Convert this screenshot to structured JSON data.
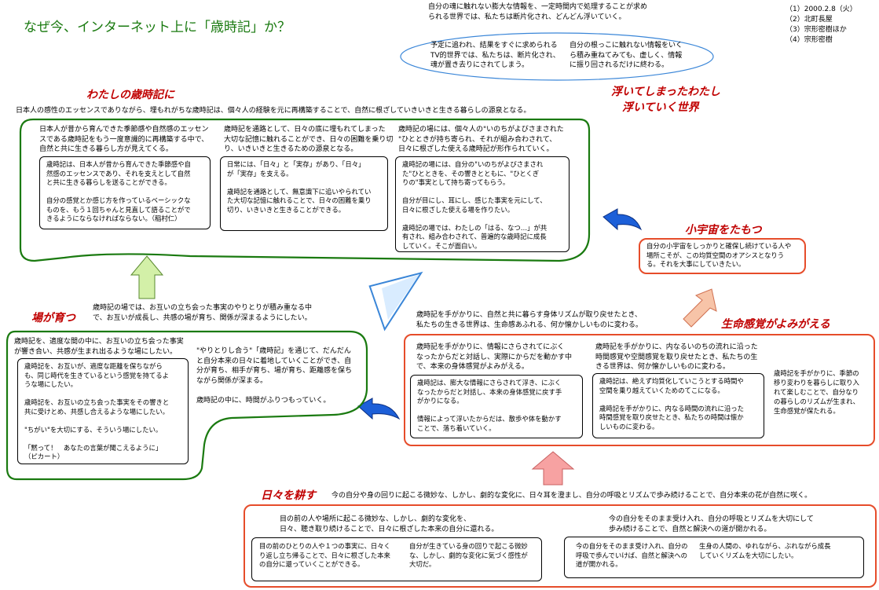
{
  "title": "なぜ今、インターネット上に「歳時記」か？",
  "meta": {
    "date": "（1）2000.2.8（火）",
    "authors": [
      "（2）北町長屋",
      "（3）宗形密樹ほか",
      "（4）宗形密樹"
    ]
  },
  "top": {
    "intro": "自分の魂に触れない膨大な情報を、一定時間内で処理することが求め\nられる世界では、私たちは断片化され、どんどん浮いていく。",
    "ellipse_left": "予定に追われ、結果をすぐに求められる\nTV的世界では、私たちは、断片化され、\n魂が置き去りにされてしまう。",
    "ellipse_right": "自分の根っこに触れない情報をいく\nら積み重ねてみても、虚しく、情報\nに振り回されるだけに終わる。"
  },
  "headings": {
    "watashi": "わたしの歳時記に",
    "uite": "浮いてしまったわたし\n　浮いていく世界",
    "shouchu": "小宇宙をたもつ",
    "bagasodatsu": "場が育つ",
    "seimei": "生命感覚がよみがえる",
    "hibi": "日々を耕す"
  },
  "watashi_section": {
    "summary": "日本人の感性のエッセンスでありながら、埋もれがちな歳時記は、個々人の経験を元に再構築することで、自然に根ざしていきいきと生きる暮らしの源泉となる。",
    "col1_head": "日本人が昔から育んできた季節感や自然感のエッセン\nスである歳時記をもう一度意識的に再構築する中で、\n自然と共に生きる暮らし方が見えてくる。",
    "col1_box": "歳時記は、日本人が昔から育んできた季節感や自\n然感のエッセンスであり、それを支えとして自然\nと共に生きる暮らしを送ることができる。\n\n自分の感覚とか感じ方を作っているベーシックな\nものを、もう１回ちゃんと見直して語ることがで\nきるようにならなければならない。（稲村仁）",
    "col2_head": "歳時記を通路として、日々の底に埋もれてしまった\n大切な記憶に触れることができ、日々の困難を乗り切\nり、いきいきと生きるための源泉となる。",
    "col2_box": "日常には、「日々」と「実存」があり、「日々」\nが「実存」を支える。\n\n歳時記を通路として、無意識下に追いやられてい\nた大切な記憶に触れることで、日々の困難を乗り\n切り、いきいきと生きることができる。",
    "col3_head": "歳時記の場には、個々人の\"いのちがよびさまされた\n\"ひとときが持ち寄られ、それが組み合わされて、\n日々に根ざした使える歳時記が形作られていく。",
    "col3_box": "歳時記の場には、自分の\"いのちがよびさまされ\nた\"ひとときを、その響きとともに、\"ひとくぎ\nりの\"事実として持ち寄ってもらう。\n\n自分が目にし、耳にし、感じた事実を元にして、\n日々に根ざした使える場を作りたい。\n\n歳時記の場では、わたしの「はる、なつ…」が共\n有され、組み合わされて、普遍的な歳時記に成長\nしていく。そこが面白い。"
  },
  "shouchu_box": "自分の小宇宙をしっかりと確保し続けている人や\n場所こそが、この均質空間のオアシスとなりう\nる。それを大事にしていきたい。",
  "ba_section": {
    "summary": "歳時記の場では、お互いの立ち会った事実のやりとりが積み重なる中\nで、お互いが成長し、共感の場が育ち、関係が深まるようにしたい。",
    "head": "歳時記を、適度な間の中に、お互いの立ち会った事実\nが響き合い、共感が生まれ出るような場にしたい。",
    "box": "歳時記を、お互いが、適度な距離を保ちながら\nも、同じ時代を生きているという感覚を持てるよ\nうな場にしたい。\n\n歳時記を、お互いの立ち会った事実をその響きと\n共に受けとめ、共感し合えるような場にしたい。\n\n\"ちがい\"を大切にする、そういう場にしたい。\n\n「黙って！　あなたの言葉が聞こえるように」\n（ピカート）",
    "right": "\"やりとりし合う\"「歳時記」を通じて、だんだん\nと自分本来の日々に着地していくことができ、自\n分が育ち、相手が育ち、場が育ち、距離感を保ち\nながら関係が深まる。\n\n歳時記の中に、時間がふりつもっていく。"
  },
  "seimei_section": {
    "summary": "歳時記を手がかりに、自然と共に暮らす身体リズムが取り戻せたとき、\n私たちの生きる世界は、生命感あふれる、何か懐かしいものに変わる。",
    "col1_head": "歳時記を手がかりに、情報にさらされてにぶく\nなったからだと対話し、実際にからだを動かす中\nで、本来の身体感覚がよみがえる。",
    "col1_box": "歳時記は、膨大な情報にさらされて浮き、にぶく\nなったからだと対話し、本来の身体感覚に戻す手\nがかりになる。\n\n情報によって浮いたからだは、散歩や体を動かす\nことで、落ち着いていく。",
    "col2_head": "歳時記を手がかりに、内なるいのちの流れに沿った\n時間感覚や空間感覚を取り戻せたとき、私たちの生\nきる世界は、何か懐かしいものに変わる。",
    "col2_box": "歳時記は、絶えず均質化していこうとする時間や\n空間を乗り越えていくためのてこになる。\n\n歳時記を手がかりに、内なる時間の流れに沿った\n時間感覚を取り戻せたとき、私たちの時間は懐か\nしいものに変わる。",
    "col3": "歳時記を手がかりに、季節の\n移り変わりを暮らしに取り入\nれて楽しむことで、自分なり\nの暮らしのリズムが生まれ、\n生命感覚が保たれる。"
  },
  "hibi_section": {
    "summary": "今の自分や身の回りに起こる微妙な、しかし、劇的な変化に、日々耳を澄まし、自分の呼吸とリズムで歩み続けることで、自分本来の花が自然に咲く。",
    "left_head": "目の前の人や場所に起こる微妙な、しかし、劇的な変化を、\n日々、聴き取り続けることで、日々に根ざした本来の自分に還れる。",
    "left_box1": "目の前のひとりの人や１つの事実に、日々く\nり返し立ち帰ることで、日々に根ざした本来\nの自分に還っていくことができる。",
    "left_box2": "自分が生きている身の回りで起こる微妙\nな、しかし、劇的な変化に気づく感性が\n大切だ。",
    "right_head": "今の自分をそのまま受け入れ、自分の呼吸とリズムを大切にして\n歩み続けることで、自然と解決への道が開かれる。",
    "right_box1": "今の自分をそのまま受け入れ、自分の\n呼吸で歩んでいけば、自然と解決への\n道が開かれる。",
    "right_box2": "生身の人間の、ゆれながら、ぶれながら成長\nしていくリズムを大切にしたい。"
  },
  "colors": {
    "title_green": "#1a7a10",
    "heading_red": "#c00000",
    "blob_green": "#1a7a10",
    "box_red": "#e64c2a",
    "arrow_blue": "#1c5fd8",
    "arrow_pink": "#f7a2a2",
    "arrow_light_green": "#d3f0a8",
    "ellipse_blue": "#3a86d8"
  },
  "icons": [
    "arrow-up-green-icon",
    "arrow-left-blue-icon",
    "arrow-up-pink-icon",
    "arrow-up-peach-icon",
    "triangle-pointer-icon"
  ]
}
